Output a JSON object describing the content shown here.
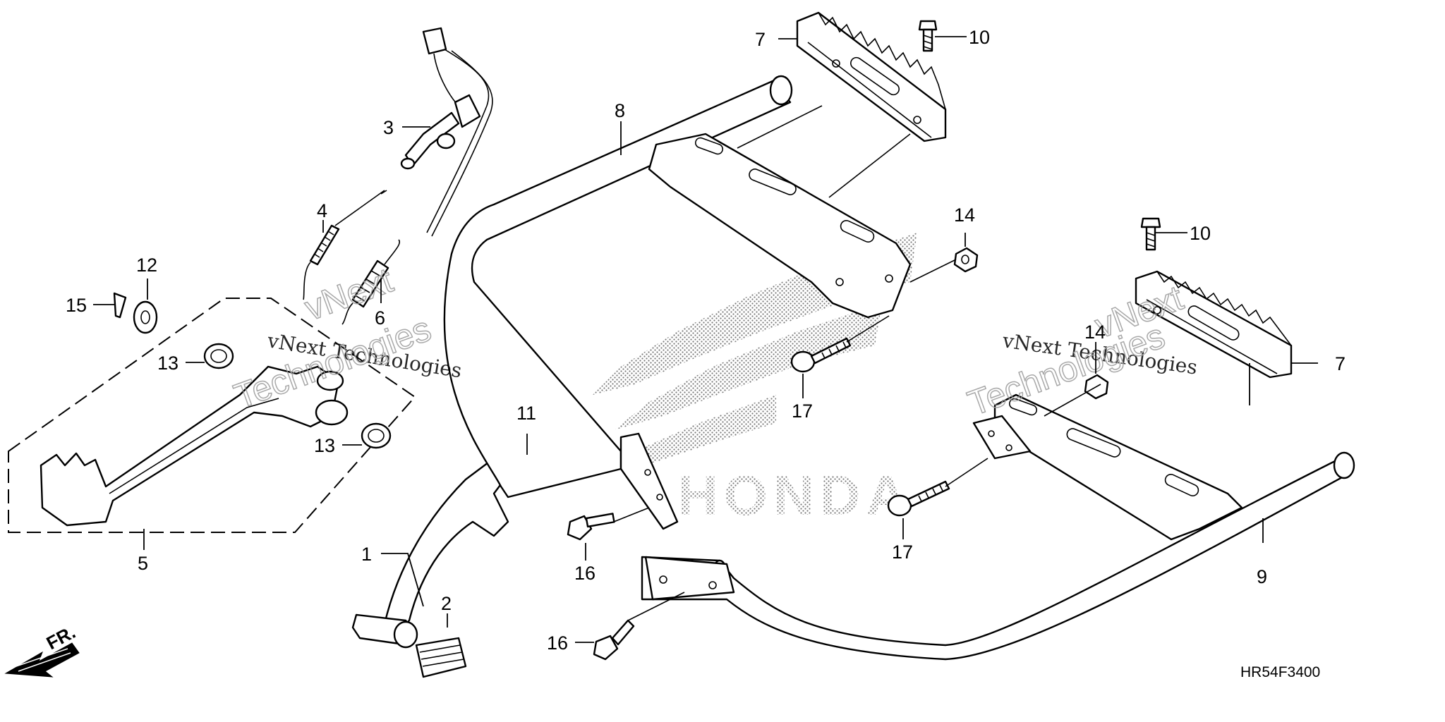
{
  "diagram": {
    "code": "HR54F3400",
    "direction_label": "FR.",
    "watermark": "vNext Technologies",
    "watermark_outline_1": "vNext",
    "watermark_outline_2": "Technologies",
    "brand_logo": "HONDA",
    "callouts": {
      "c1": "1",
      "c2": "2",
      "c3": "3",
      "c4": "4",
      "c5": "5",
      "c6": "6",
      "c7a": "7",
      "c7b": "7",
      "c8": "8",
      "c9": "9",
      "c10a": "10",
      "c10b": "10",
      "c11": "11",
      "c12": "12",
      "c13a": "13",
      "c13b": "13",
      "c14a": "14",
      "c14b": "14",
      "c15": "15",
      "c16a": "16",
      "c16b": "16",
      "c17a": "17",
      "c17b": "17"
    },
    "icons": [
      "front-direction-arrow-icon",
      "honda-wing-logo"
    ]
  }
}
